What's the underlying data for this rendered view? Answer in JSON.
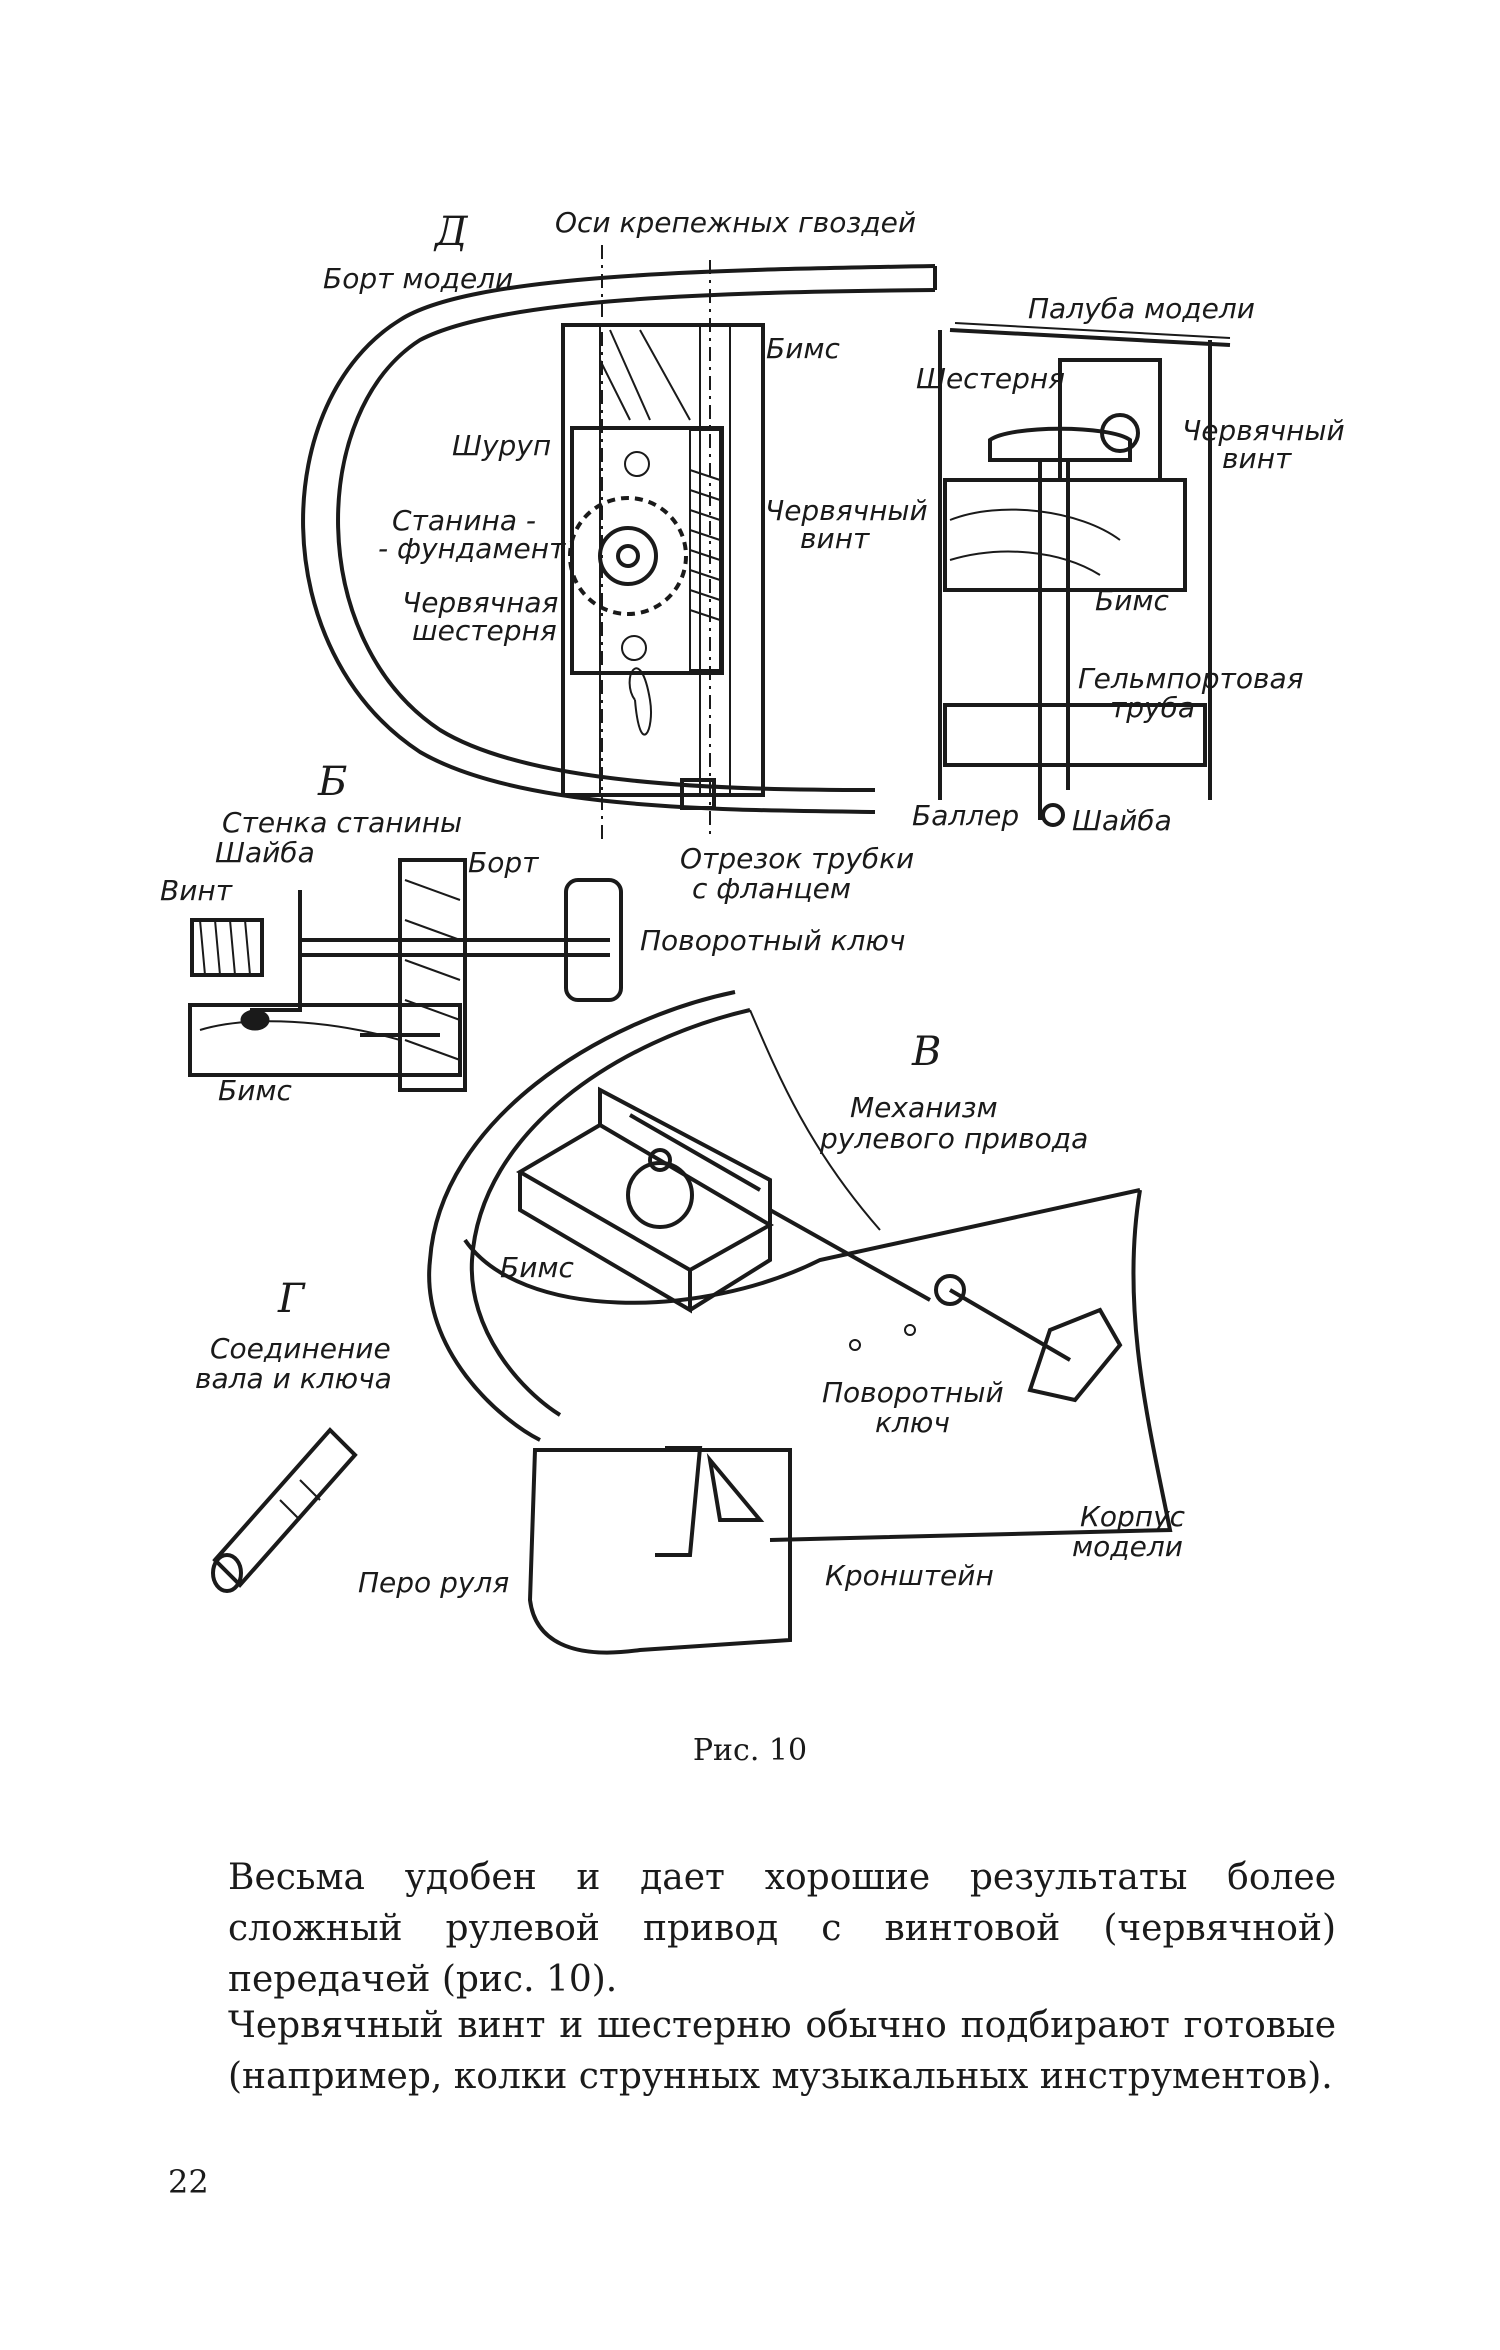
{
  "figure": {
    "labels": {
      "A": "Д",
      "oси": "Оси крепежных гвоздей",
      "bort_modeli": "Борт модели",
      "palube": "Палуба модели",
      "bims_a": "Бимс",
      "shesternya_a": "Шестерня",
      "shurup": "Шуруп",
      "stanina_1": "Станина -",
      "stanina_2": "- фундамент",
      "cherv_vint_1": "Червячный",
      "cherv_vint_2": "винт",
      "cherv_vint_r1": "Червячный",
      "cherv_vint_r2": "винт",
      "cherv_shest_1": "Червячная",
      "cherv_shest_2": "шестерня",
      "bims_r": "Бимс",
      "gelm_1": "Гельмпортовая",
      "gelm_2": "труба",
      "B": "Б",
      "stenka": "Стенка станины",
      "shaiba_b": "Шайба",
      "bort_b": "Борт",
      "vint_b": "Винт",
      "otrezok_1": "Отрезок трубки",
      "otrezok_2": "с фланцем",
      "baller": "Баллер",
      "shaiba_r": "Шайба",
      "povorot_b": "Поворотный ключ",
      "bims_b": "Бимс",
      "V": "В",
      "mech_1": "Механизм",
      "mech_2": "рулевого привода",
      "bims_v": "Бимс",
      "G": "Г",
      "soed_1": "Соединение",
      "soed_2": "вала и ключа",
      "povorot_v1": "Поворотный",
      "povorot_v2": "ключ",
      "korpus_1": "Корпус",
      "korpus_2": "модели",
      "pero": "Перо руля",
      "kronshtein": "Кронштейн"
    }
  },
  "caption": "Рис. 10",
  "paragraphs": [
    "Весьма удобен и дает хорошие результаты более сложный рулевой привод с винтовой (червячной) передачей (рис. 10).",
    "Червячный винт и шестерню обычно подбирают готовые (например, колки струнных музыкальных инструментов)."
  ],
  "page_number": "22"
}
